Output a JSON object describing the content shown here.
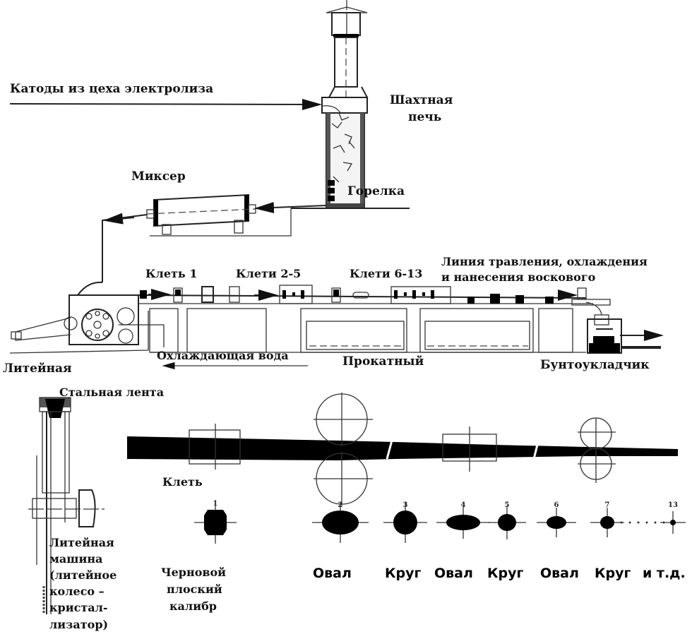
{
  "title": "Схема линии непрерывного литья и прокатки медной катанки",
  "labels": {
    "cathodes": "Катоды из цеха электролиза",
    "shaft_furnace_1": "Шахтная",
    "shaft_furnace_2": "печь",
    "mixer": "Миксер",
    "burner": "Горелка",
    "stand_1": "Клеть 1",
    "stands_2_5": "Клети 2-5",
    "stands_6_13": "Клети 6-13",
    "pickling_line_1": "Линия травления, охлаждения",
    "pickling_line_2": "и нанесения воскового",
    "casting": "Литейная",
    "cooling_water": "Охлаждающая вода",
    "rolling": "Прокатный",
    "coiler": "Бунтоукладчик",
    "steel_band": "Стальная лента",
    "stand": "Клеть",
    "casting_machine": [
      "Литейная",
      "машина",
      "(литейное",
      "колесо –",
      "кристал-",
      "лизатор)"
    ],
    "rough_pass": [
      "Черновой",
      "плоский",
      "калибр"
    ]
  },
  "passes": [
    {
      "number": "1",
      "shape": "flat",
      "label": ""
    },
    {
      "number": "2",
      "shape": "oval",
      "label": "Овал"
    },
    {
      "number": "3",
      "shape": "round",
      "label": "Круг"
    },
    {
      "number": "4",
      "shape": "oval",
      "label": "Овал"
    },
    {
      "number": "5",
      "shape": "round",
      "label": "Круг"
    },
    {
      "number": "6",
      "shape": "oval",
      "label": "Овал"
    },
    {
      "number": "7",
      "shape": "round",
      "label": "Круг"
    },
    {
      "number": "13",
      "shape": "round",
      "label": "и т.д."
    }
  ]
}
